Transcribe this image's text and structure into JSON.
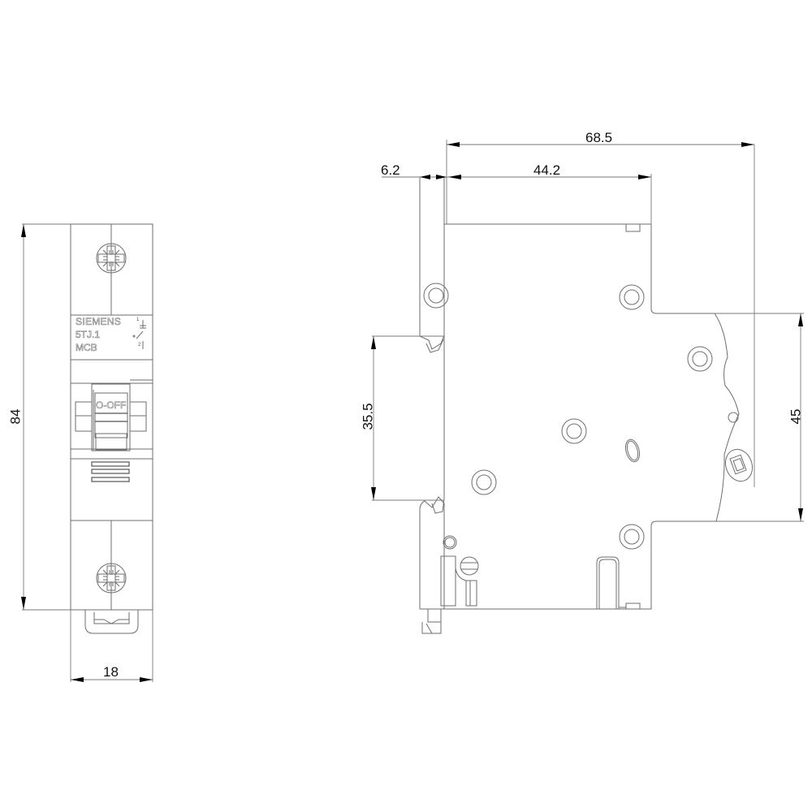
{
  "drawing": {
    "subject": "Miniature circuit breaker dimension drawing",
    "line_color": "#6e6e6e",
    "background": "#ffffff"
  },
  "front_view": {
    "brand": "SIEMENS",
    "model": "5TJ.1",
    "type": "MCB",
    "switch_label": "O-OFF",
    "terminal_top": "1",
    "terminal_bottom": "2",
    "dimensions": {
      "height": "84",
      "width": "18"
    }
  },
  "side_view": {
    "dimensions": {
      "overall_depth": "68.5",
      "rail_offset": "6.2",
      "front_depth": "44.2",
      "rail_height": "35.5",
      "front_height": "45"
    }
  },
  "icons": {
    "terminal_screw_top": "pozidriv-screw-icon",
    "terminal_screw_bottom": "pozidriv-screw-icon",
    "switch_symbol": "breaker-contact-symbol-icon"
  }
}
